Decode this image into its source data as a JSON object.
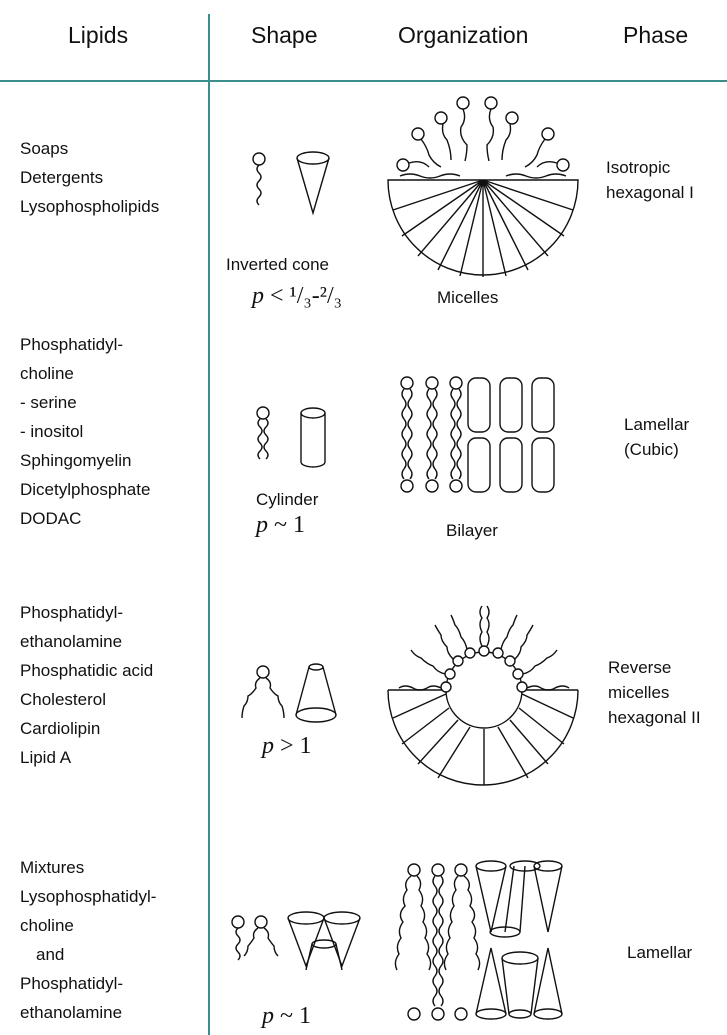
{
  "headers": {
    "lipids": "Lipids",
    "shape": "Shape",
    "organization": "Organization",
    "phase": "Phase"
  },
  "rows": [
    {
      "lipids": [
        "Soaps",
        "Detergents",
        "Lysophospholipids"
      ],
      "shape_label": "Inverted cone",
      "p_value": "< ¹/₃-²/₃",
      "organization": "Micelles",
      "phase": [
        "Isotropic",
        "hexagonal I"
      ]
    },
    {
      "lipids": [
        "Phosphatidyl-",
        "choline",
        "- serine",
        "- inositol",
        "Sphingomyelin",
        "Dicetylphosphate",
        "DODAC"
      ],
      "shape_label": "Cylinder",
      "p_value": "~ 1",
      "organization": "Bilayer",
      "phase": [
        "Lamellar",
        "(Cubic)"
      ]
    },
    {
      "lipids": [
        "Phosphatidyl-",
        "ethanolamine",
        "Phosphatidic acid",
        "Cholesterol",
        "Cardiolipin",
        "Lipid A"
      ],
      "shape_label": "",
      "p_value": "> 1",
      "organization": "",
      "phase": [
        "Reverse",
        "micelles",
        "hexagonal II"
      ]
    },
    {
      "lipids": [
        "Mixtures",
        "Lysophosphatidyl-",
        "choline",
        "  and",
        "Phosphatidyl-",
        "ethanolamine"
      ],
      "shape_label": "",
      "p_value": "~ 1",
      "organization": "",
      "phase": [
        "Lamellar"
      ]
    }
  ],
  "p_symbol": "p"
}
